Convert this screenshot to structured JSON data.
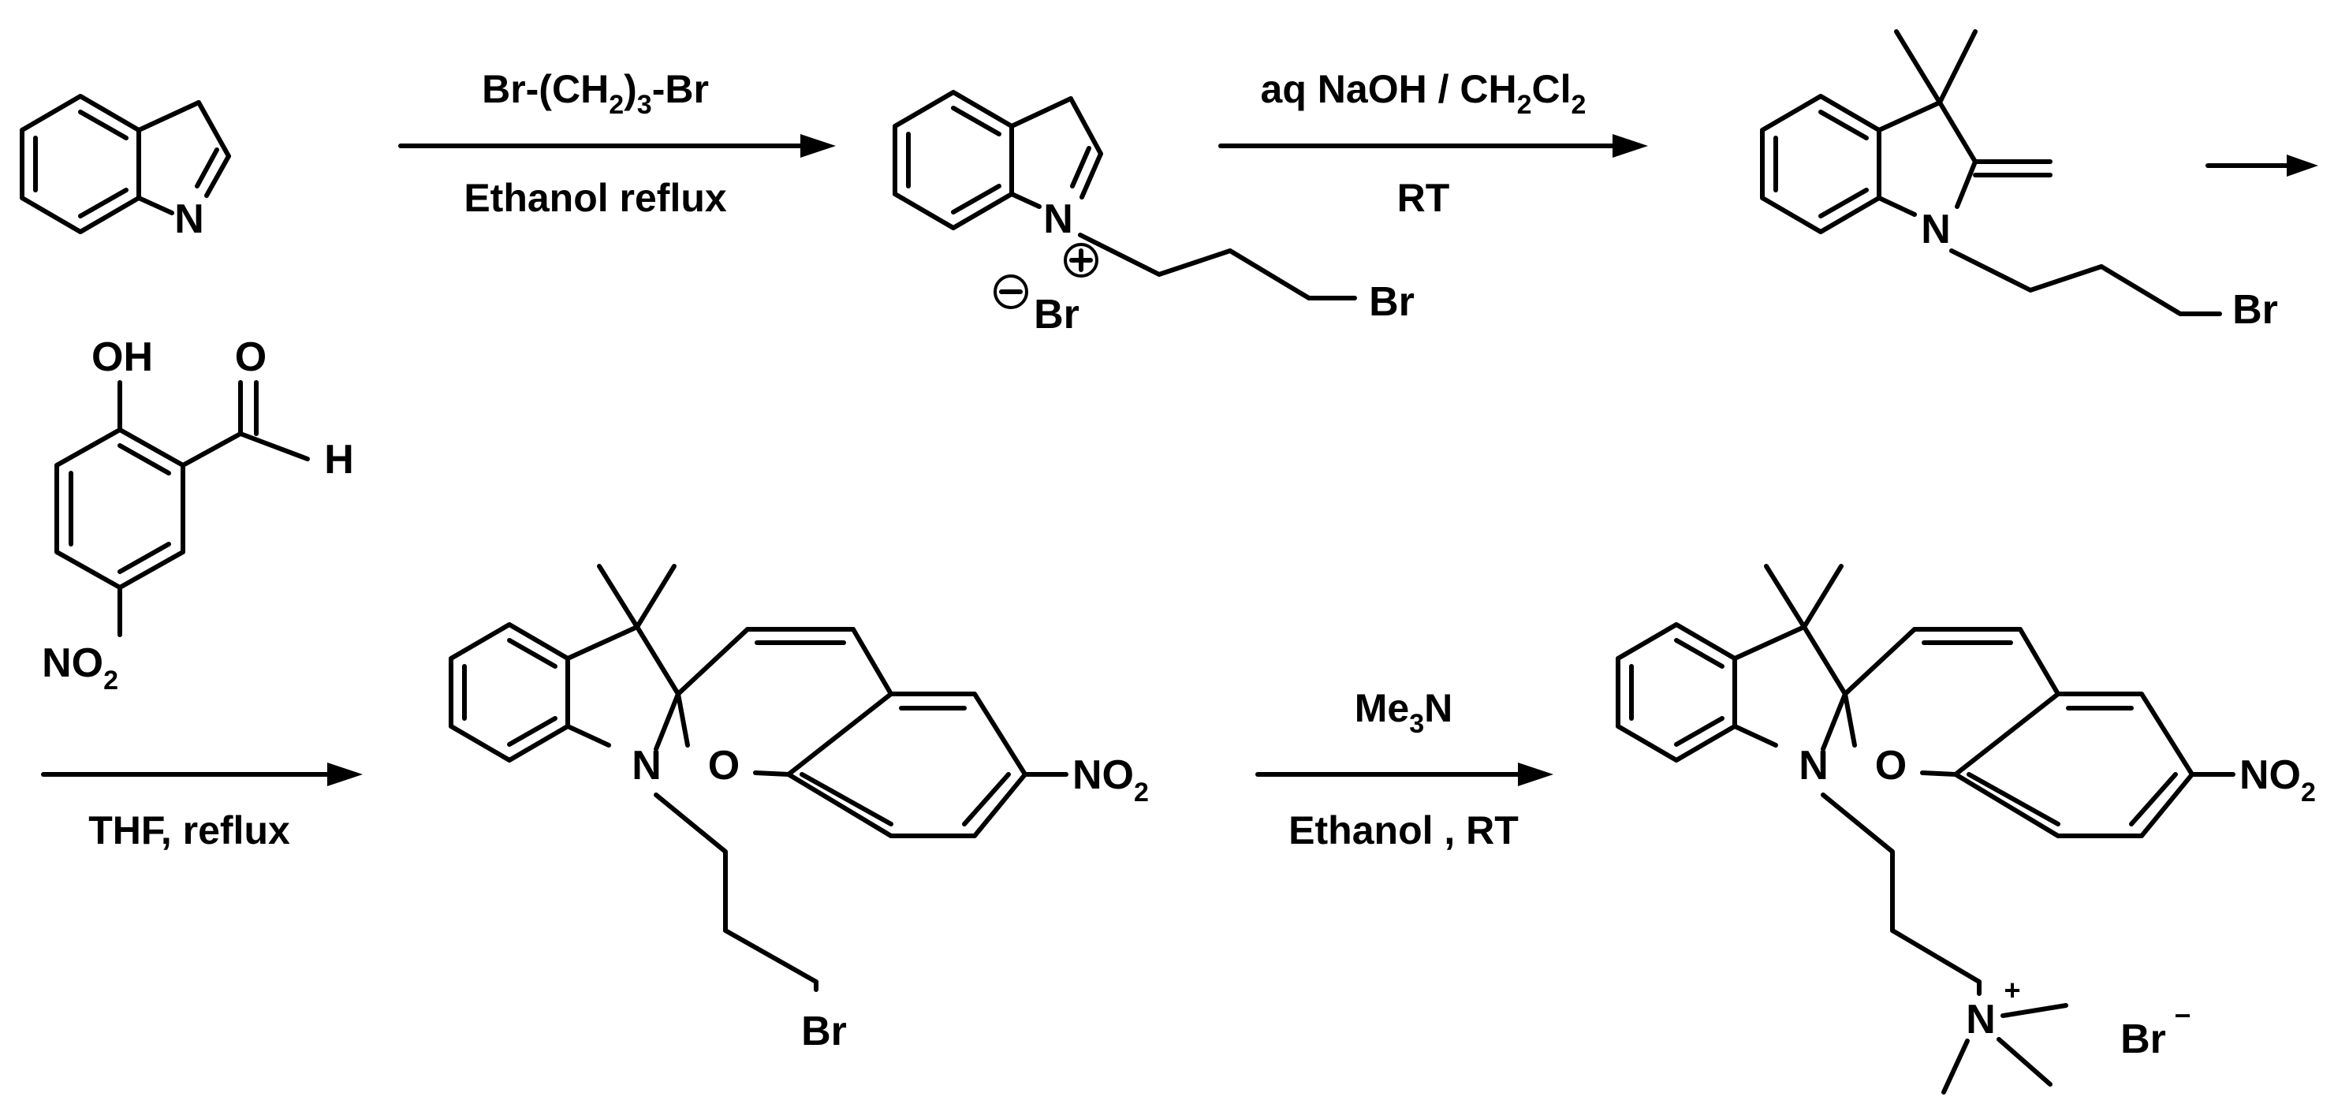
{
  "step1": {
    "reagent_parts": [
      "Br-(CH",
      "2",
      ")",
      "3",
      "-Br"
    ],
    "condition": "Ethanol reflux"
  },
  "step2": {
    "reagent_parts": [
      "aq NaOH / CH",
      "2",
      "Cl",
      "2"
    ],
    "condition": "RT"
  },
  "step3": {
    "condition": "THF, reflux"
  },
  "step4": {
    "reagent_parts": [
      "Me",
      "3",
      "N"
    ],
    "condition": "Ethanol , RT"
  },
  "atoms": {
    "N": "N",
    "Br": "Br",
    "O": "O",
    "OH": "OH",
    "H": "H",
    "NO": "NO",
    "two": "2",
    "plus": "+",
    "minus": "−",
    "minus_bold": "–"
  }
}
